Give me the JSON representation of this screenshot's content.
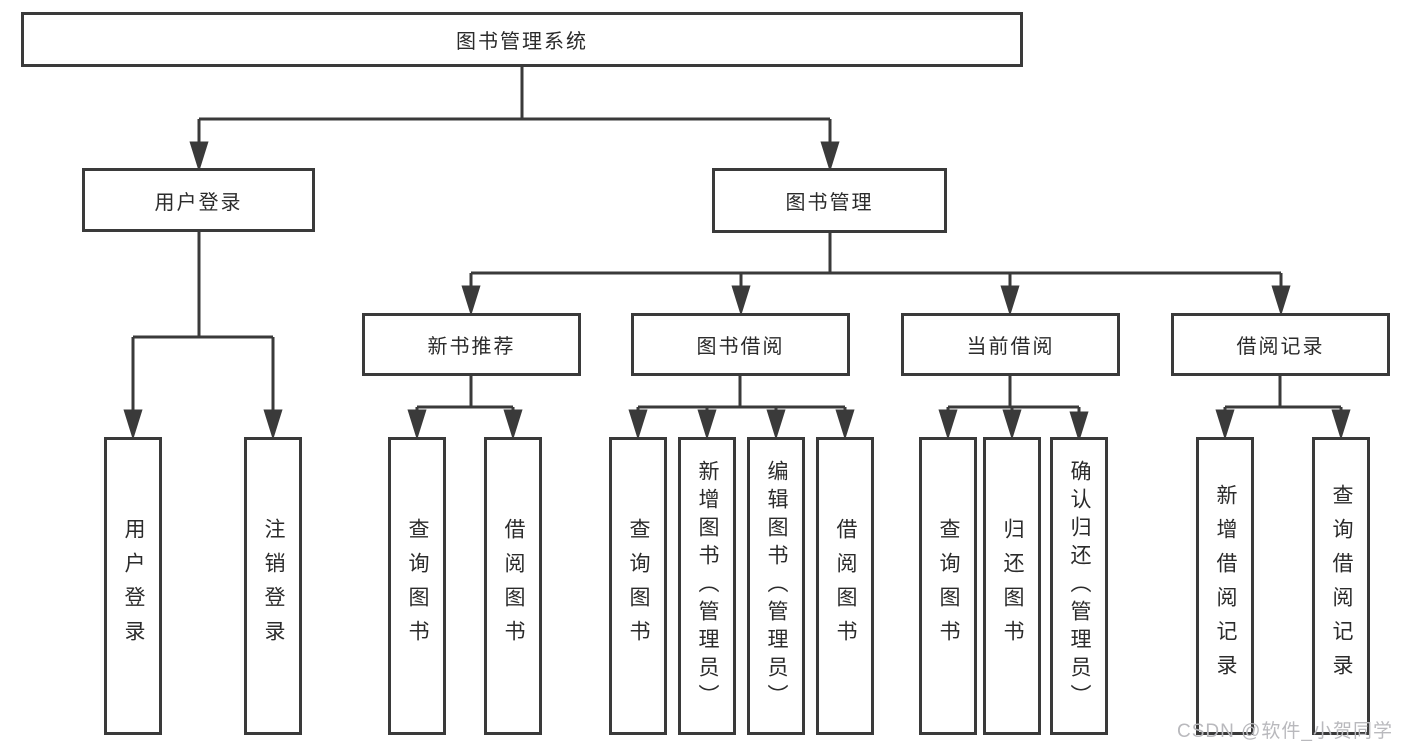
{
  "diagram": {
    "title": "图书管理系统",
    "watermark": "CSDN @软件_小贺同学",
    "colors": {
      "line": "#3a3a3a",
      "box_border": "#3a3a3a",
      "box_background": "#ffffff",
      "text": "#2b2b2b",
      "watermark": "#b9b9bd"
    },
    "nodes": {
      "root": {
        "label": "图书管理系统"
      },
      "user_login": {
        "label": "用户登录"
      },
      "book_management": {
        "label": "图书管理"
      },
      "user_login_leaf": {
        "label": "用户登录"
      },
      "logout_leaf": {
        "label": "注销登录"
      },
      "new_book_recommend": {
        "label": "新书推荐"
      },
      "book_borrowing": {
        "label": "图书借阅"
      },
      "current_borrowing": {
        "label": "当前借阅"
      },
      "borrowing_records": {
        "label": "借阅记录"
      },
      "nbr_query_books": {
        "label": "查询图书"
      },
      "nbr_borrow_books": {
        "label": "借阅图书"
      },
      "bb_query_books": {
        "label": "查询图书"
      },
      "bb_add_books": {
        "label": "新增图书（管理员）"
      },
      "bb_edit_books": {
        "label": "编辑图书（管理员）"
      },
      "bb_borrow_books": {
        "label": "借阅图书"
      },
      "cb_query_books": {
        "label": "查询图书"
      },
      "cb_return_books": {
        "label": "归还图书"
      },
      "cb_confirm_return": {
        "label": "确认归还（管理员）"
      },
      "br_add_record": {
        "label": "新增借阅记录"
      },
      "br_query_record": {
        "label": "查询借阅记录"
      }
    },
    "edges": [
      [
        "root",
        "user_login"
      ],
      [
        "root",
        "book_management"
      ],
      [
        "user_login",
        "user_login_leaf"
      ],
      [
        "user_login",
        "logout_leaf"
      ],
      [
        "book_management",
        "new_book_recommend"
      ],
      [
        "book_management",
        "book_borrowing"
      ],
      [
        "book_management",
        "current_borrowing"
      ],
      [
        "book_management",
        "borrowing_records"
      ],
      [
        "new_book_recommend",
        "nbr_query_books"
      ],
      [
        "new_book_recommend",
        "nbr_borrow_books"
      ],
      [
        "book_borrowing",
        "bb_query_books"
      ],
      [
        "book_borrowing",
        "bb_add_books"
      ],
      [
        "book_borrowing",
        "bb_edit_books"
      ],
      [
        "book_borrowing",
        "bb_borrow_books"
      ],
      [
        "current_borrowing",
        "cb_query_books"
      ],
      [
        "current_borrowing",
        "cb_return_books"
      ],
      [
        "current_borrowing",
        "cb_confirm_return"
      ],
      [
        "borrowing_records",
        "br_add_record"
      ],
      [
        "borrowing_records",
        "br_query_record"
      ]
    ]
  }
}
